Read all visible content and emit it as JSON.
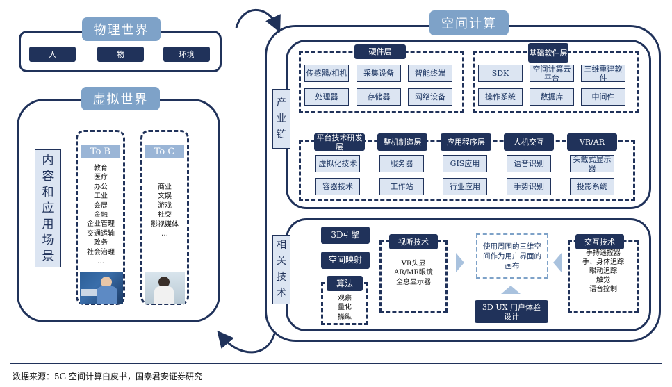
{
  "physical_world": {
    "title": "物理世界",
    "items": [
      "人",
      "物",
      "环境"
    ]
  },
  "virtual_world": {
    "title": "虚拟世界",
    "side_label": "内容和应用场景",
    "to_b": {
      "header": "To B",
      "items": [
        "教育",
        "医疗",
        "办公",
        "工业",
        "会展",
        "金融",
        "企业管理",
        "交通运输",
        "政务",
        "社会治理",
        "…"
      ]
    },
    "to_c": {
      "header": "To C",
      "items": [
        "商业",
        "文娱",
        "游戏",
        "社交",
        "影视媒体",
        "…"
      ]
    }
  },
  "spatial_computing": {
    "title": "空间计算",
    "industry_chain_label": "产业链",
    "related_tech_label": "相关技术",
    "hardware": {
      "header": "硬件层",
      "items": [
        "传感器/相机",
        "采集设备",
        "智能终端",
        "处理器",
        "存储器",
        "网络设备"
      ]
    },
    "base_software": {
      "header": "基础软件层",
      "items": [
        "SDK",
        "空间计算云平台",
        "三维重建软件",
        "操作系统",
        "数据库",
        "中间件"
      ]
    },
    "layers": [
      {
        "header": "平台技术研发层",
        "items": [
          "虚拟化技术",
          "容器技术"
        ]
      },
      {
        "header": "整机制造层",
        "items": [
          "服务器",
          "工作站"
        ]
      },
      {
        "header": "应用程序层",
        "items": [
          "GIS应用",
          "行业应用"
        ]
      },
      {
        "header": "人机交互",
        "items": [
          "语音识别",
          "手势识别"
        ]
      },
      {
        "header": "VR/AR",
        "items": [
          "头戴式显示器",
          "投影系统"
        ]
      }
    ],
    "tech": {
      "engine_3d": "3D引擎",
      "spatial_mapping": "空间映射",
      "algorithm": {
        "header": "算法",
        "items": [
          "观察",
          "量化",
          "操纵"
        ]
      },
      "av": {
        "header": "视听技术",
        "items": [
          "VR头显",
          "AR/MR眼镜",
          "全息显示器"
        ]
      },
      "center_text": "使用周围的三维空间作为用户界面的画布",
      "ux_design": "3D UX 用户体验设计",
      "interaction": {
        "header": "交互技术",
        "items": [
          "手持遥控器",
          "手、身体追踪",
          "眼动追踪",
          "触觉",
          "语音控制"
        ]
      }
    }
  },
  "source_note": "数据来源：5G 空间计算白皮书，国泰君安证券研究",
  "colors": {
    "navy": "#20325a",
    "light_blue": "#7ea2c8",
    "pale": "#dce5f2"
  }
}
